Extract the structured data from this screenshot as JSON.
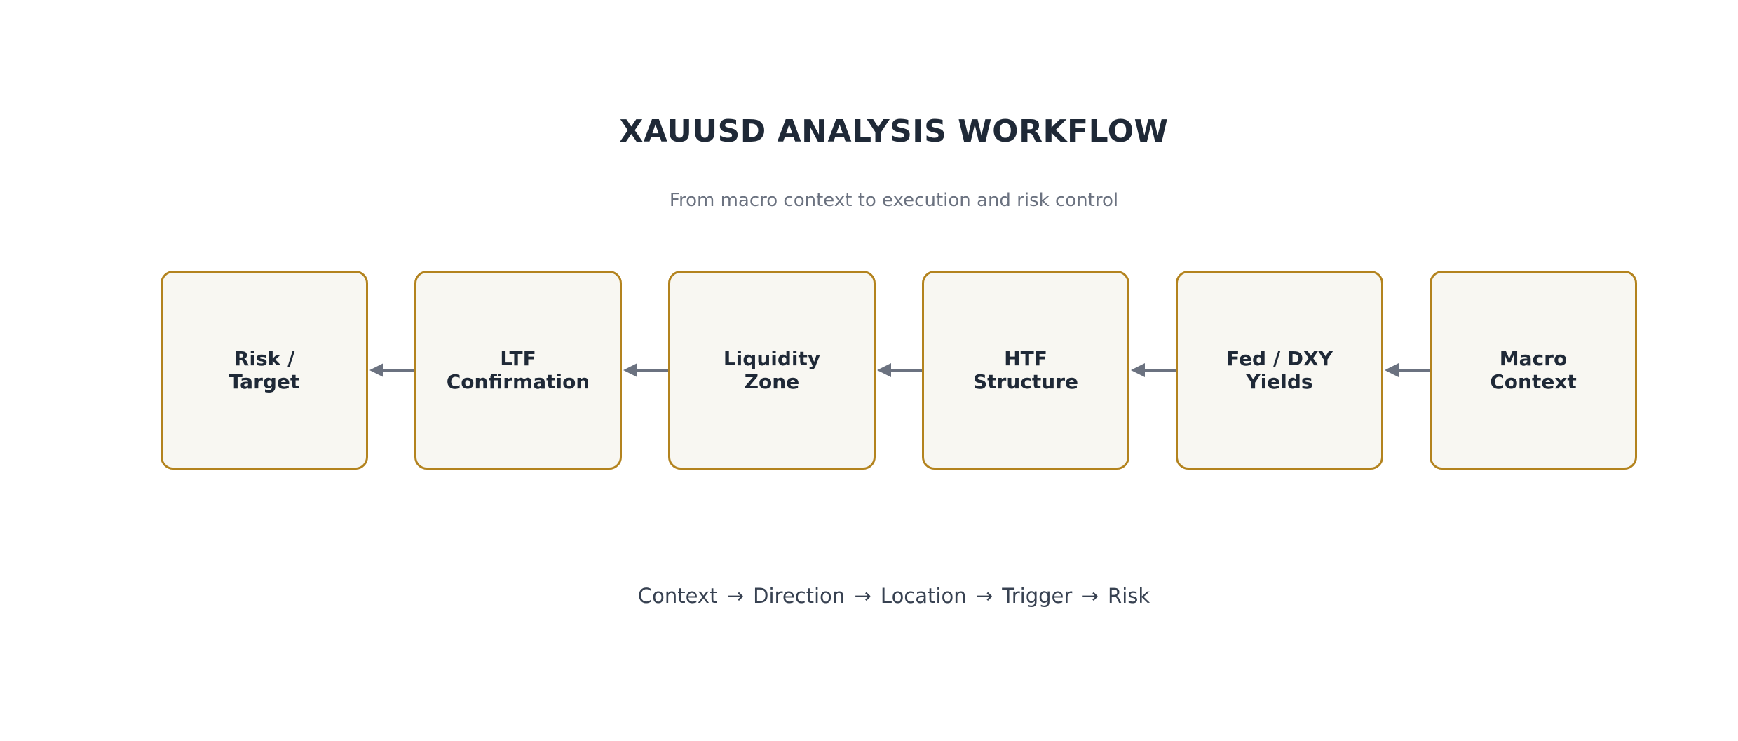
{
  "diagram": {
    "title": "XAUUSD ANALYSIS WORKFLOW",
    "subtitle": "From macro context to execution and risk control",
    "steps": [
      {
        "label": "Risk /\nTarget"
      },
      {
        "label": "LTF\nConfirmation"
      },
      {
        "label": "Liquidity\nZone"
      },
      {
        "label": "HTF\nStructure"
      },
      {
        "label": "Fed / DXY\nYields"
      },
      {
        "label": "Macro\nContext"
      }
    ],
    "flow_direction": "right-to-left",
    "footer": "Context  →  Direction  →  Location  →  Trigger  →  Risk",
    "colors": {
      "box_border": "#b3831e",
      "box_fill": "#f8f7f2",
      "arrow": "#6b7280",
      "title": "#1f2937",
      "subtitle": "#6b7280"
    }
  }
}
